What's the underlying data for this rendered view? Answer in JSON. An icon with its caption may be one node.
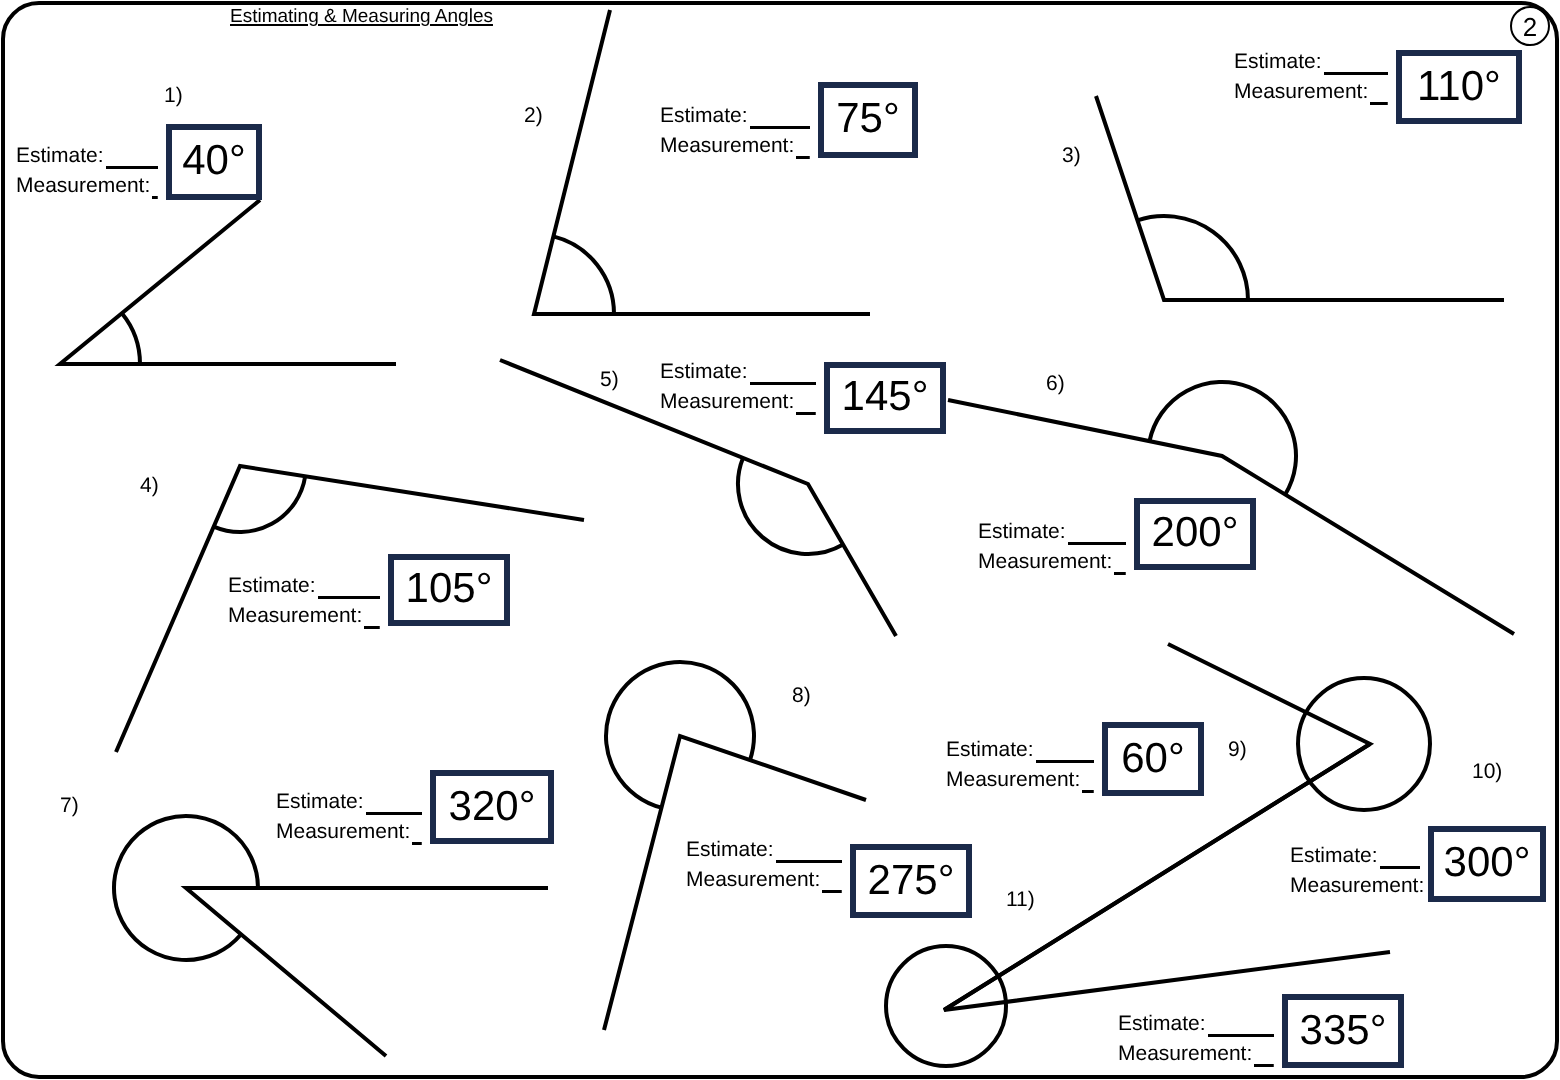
{
  "diagram": {
    "title": "Estimating & Measuring Angles",
    "nodes": [
      {
        "text": [
          "2"
        ]
      },
      {
        "text": [
          "40°"
        ]
      },
      {
        "text": [
          "75°"
        ]
      },
      {
        "text": [
          "110°"
        ]
      },
      {
        "text": [
          "105°"
        ]
      },
      {
        "text": [
          "145°"
        ]
      },
      {
        "text": [
          "200°"
        ]
      },
      {
        "text": [
          "320°"
        ]
      },
      {
        "text": [
          "275°"
        ]
      },
      {
        "text": [
          "60°"
        ]
      },
      {
        "text": [
          "300°"
        ]
      },
      {
        "text": [
          "335°"
        ]
      }
    ],
    "labels": [
      "1)",
      "Estimate:",
      "Measurement:",
      "2)",
      "Estimate:",
      "Measurement:",
      "3)",
      "Estimate:",
      "Measurement:",
      "4)",
      "Estimate:",
      "Measurement:",
      "5)",
      "Estimate:",
      "Measurement:",
      "6)",
      "Estimate:",
      "Measurement:",
      "7)",
      "Estimate:",
      "Measurement:",
      "8)",
      "Estimate:",
      "Measurement:",
      "9)",
      "Estimate:",
      "Measurement:",
      "10)",
      "Estimate:",
      "Measurement:",
      "11)",
      "Estimate:",
      "Measurement:"
    ]
  }
}
